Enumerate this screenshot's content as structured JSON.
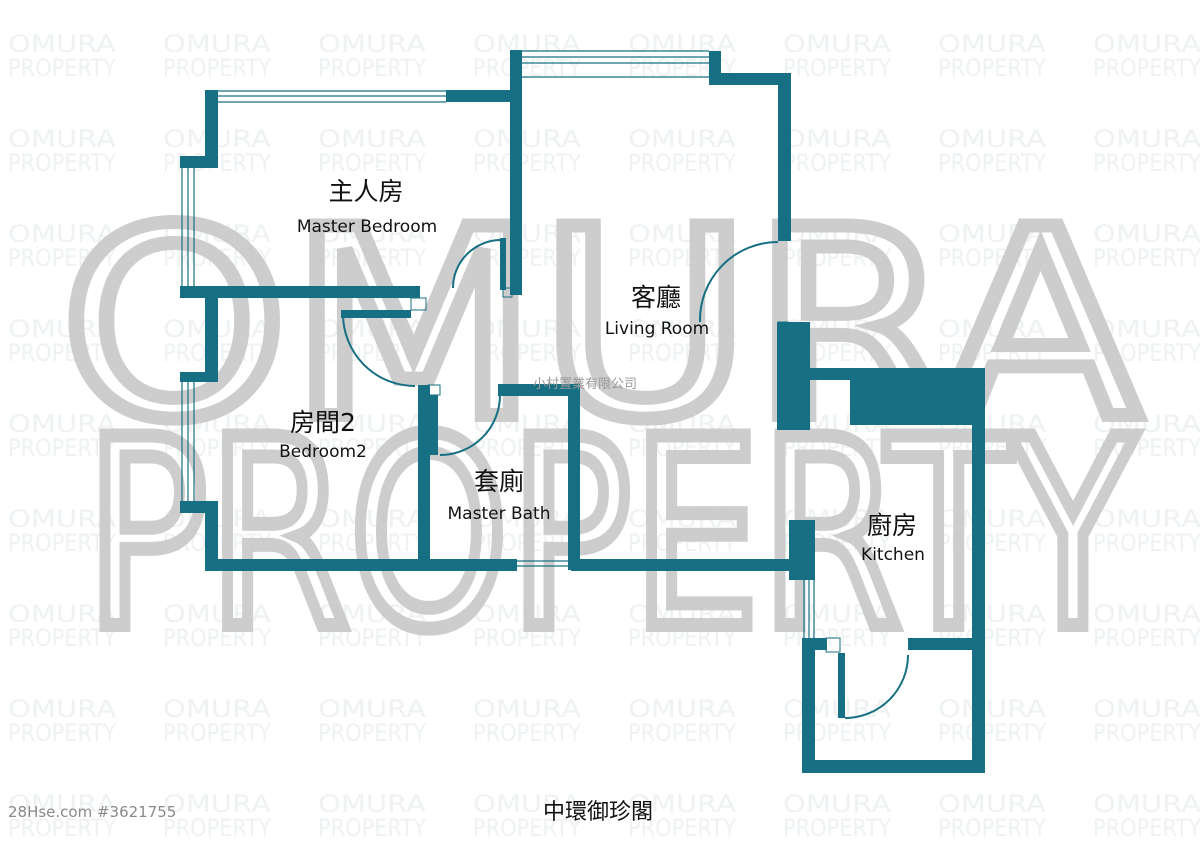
{
  "floorplan": {
    "building_name": "中環御珍閣",
    "listing_id": "28Hse.com #3621755",
    "company_watermark": "小村置業有限公司",
    "watermark_big_line1": "OMURA",
    "watermark_big_line2": "PROPERTY",
    "watermark_tile_line1": "OMURA",
    "watermark_tile_line2": "PROPERTY",
    "wall_color": "#166f82",
    "rooms": [
      {
        "id": "master-bedroom",
        "label_zh": "主人房",
        "label_en": "Master Bedroom"
      },
      {
        "id": "living-room",
        "label_zh": "客廳",
        "label_en": "Living Room"
      },
      {
        "id": "bedroom2",
        "label_zh": "房間2",
        "label_en": "Bedroom2"
      },
      {
        "id": "master-bath",
        "label_zh": "套廁",
        "label_en": "Master Bath"
      },
      {
        "id": "kitchen",
        "label_zh": "廚房",
        "label_en": "Kitchen"
      }
    ]
  }
}
